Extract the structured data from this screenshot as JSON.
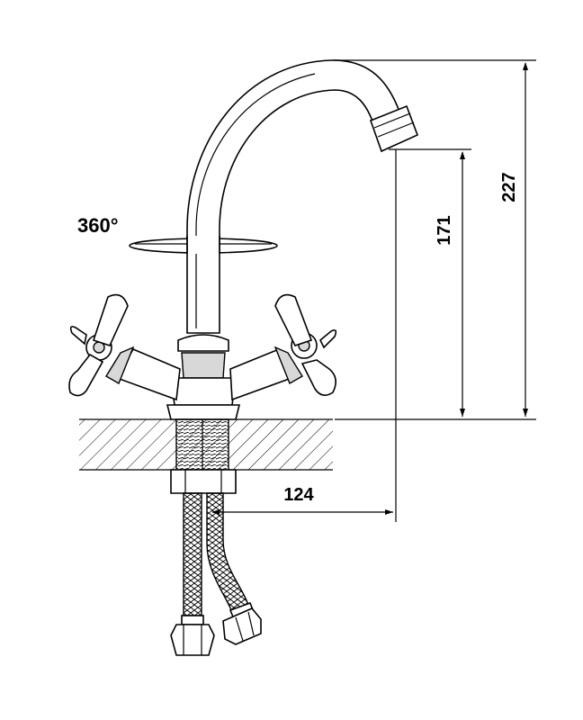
{
  "rotation_label": "360°",
  "dimensions": {
    "total_height": "227",
    "spout_height": "171",
    "spout_reach": "124"
  }
}
